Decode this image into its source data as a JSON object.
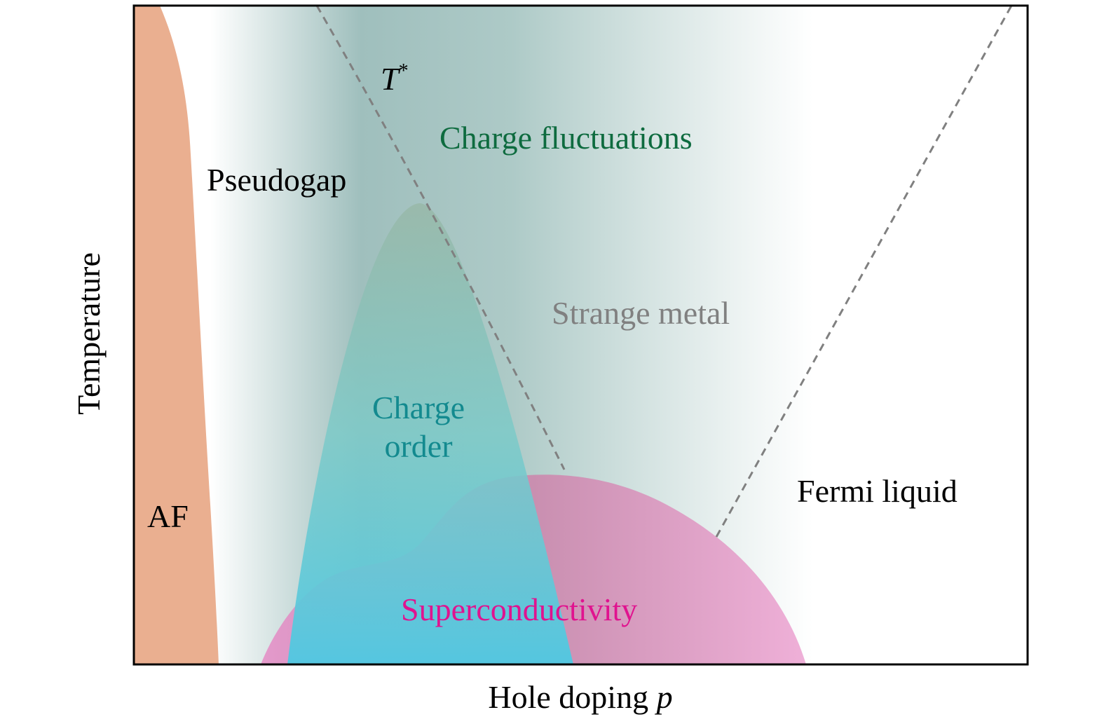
{
  "diagram": {
    "xlabel": "Hole doping",
    "xlabel_var": "p",
    "ylabel": "Temperature",
    "regions": {
      "af": "AF",
      "pseudogap": "Pseudogap",
      "charge_fluctuations": "Charge fluctuations",
      "strange_metal": "Strange metal",
      "charge_order_line1": "Charge",
      "charge_order_line2": "order",
      "superconductivity": "Superconductivity",
      "fermi_liquid": "Fermi liquid"
    },
    "tstar": "T",
    "tstar_sup": "*",
    "colors": {
      "af": "#eaaf90",
      "fluctuations": "#9fbfbd",
      "charge_order": "#55c8dc",
      "superconductivity": "#e58cc6",
      "charge_fluct_text": "#0e6b3f",
      "charge_order_text": "#138a8f",
      "sc_text": "#e0138f",
      "strange_metal_text": "#808080"
    }
  }
}
